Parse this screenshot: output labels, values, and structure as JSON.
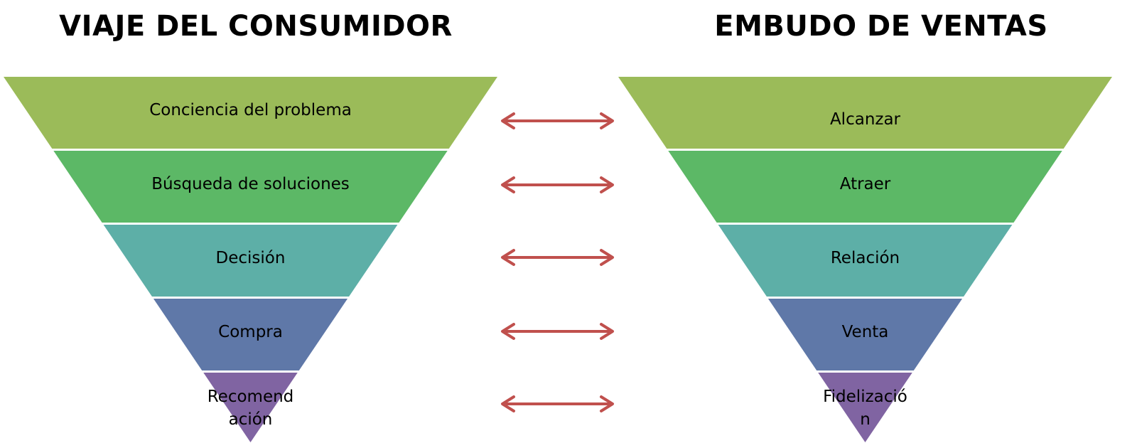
{
  "left": {
    "title": "VIAJE DEL CONSUMIDOR",
    "stages": [
      {
        "label_lines": [
          "Conciencia del problema"
        ],
        "color": "#9BBB59"
      },
      {
        "label_lines": [
          "Búsqueda de soluciones"
        ],
        "color": "#5CB866"
      },
      {
        "label_lines": [
          "Decisión"
        ],
        "color": "#5DAFA7"
      },
      {
        "label_lines": [
          "Compra"
        ],
        "color": "#5F78A8"
      },
      {
        "label_lines": [
          "Recomend",
          "ación"
        ],
        "color": "#8064A2"
      }
    ]
  },
  "right": {
    "title": "EMBUDO DE VENTAS",
    "stages": [
      {
        "label_lines": [
          "Alcanzar"
        ],
        "color": "#9BBB59"
      },
      {
        "label_lines": [
          "Atraer"
        ],
        "color": "#5CB866"
      },
      {
        "label_lines": [
          "Relación"
        ],
        "color": "#5DAFA7"
      },
      {
        "label_lines": [
          "Venta"
        ],
        "color": "#5F78A8"
      },
      {
        "label_lines": [
          "Fidelizació",
          "n"
        ],
        "color": "#8064A2"
      }
    ]
  },
  "arrow_color": "#C0504D",
  "arrow_count": 5
}
